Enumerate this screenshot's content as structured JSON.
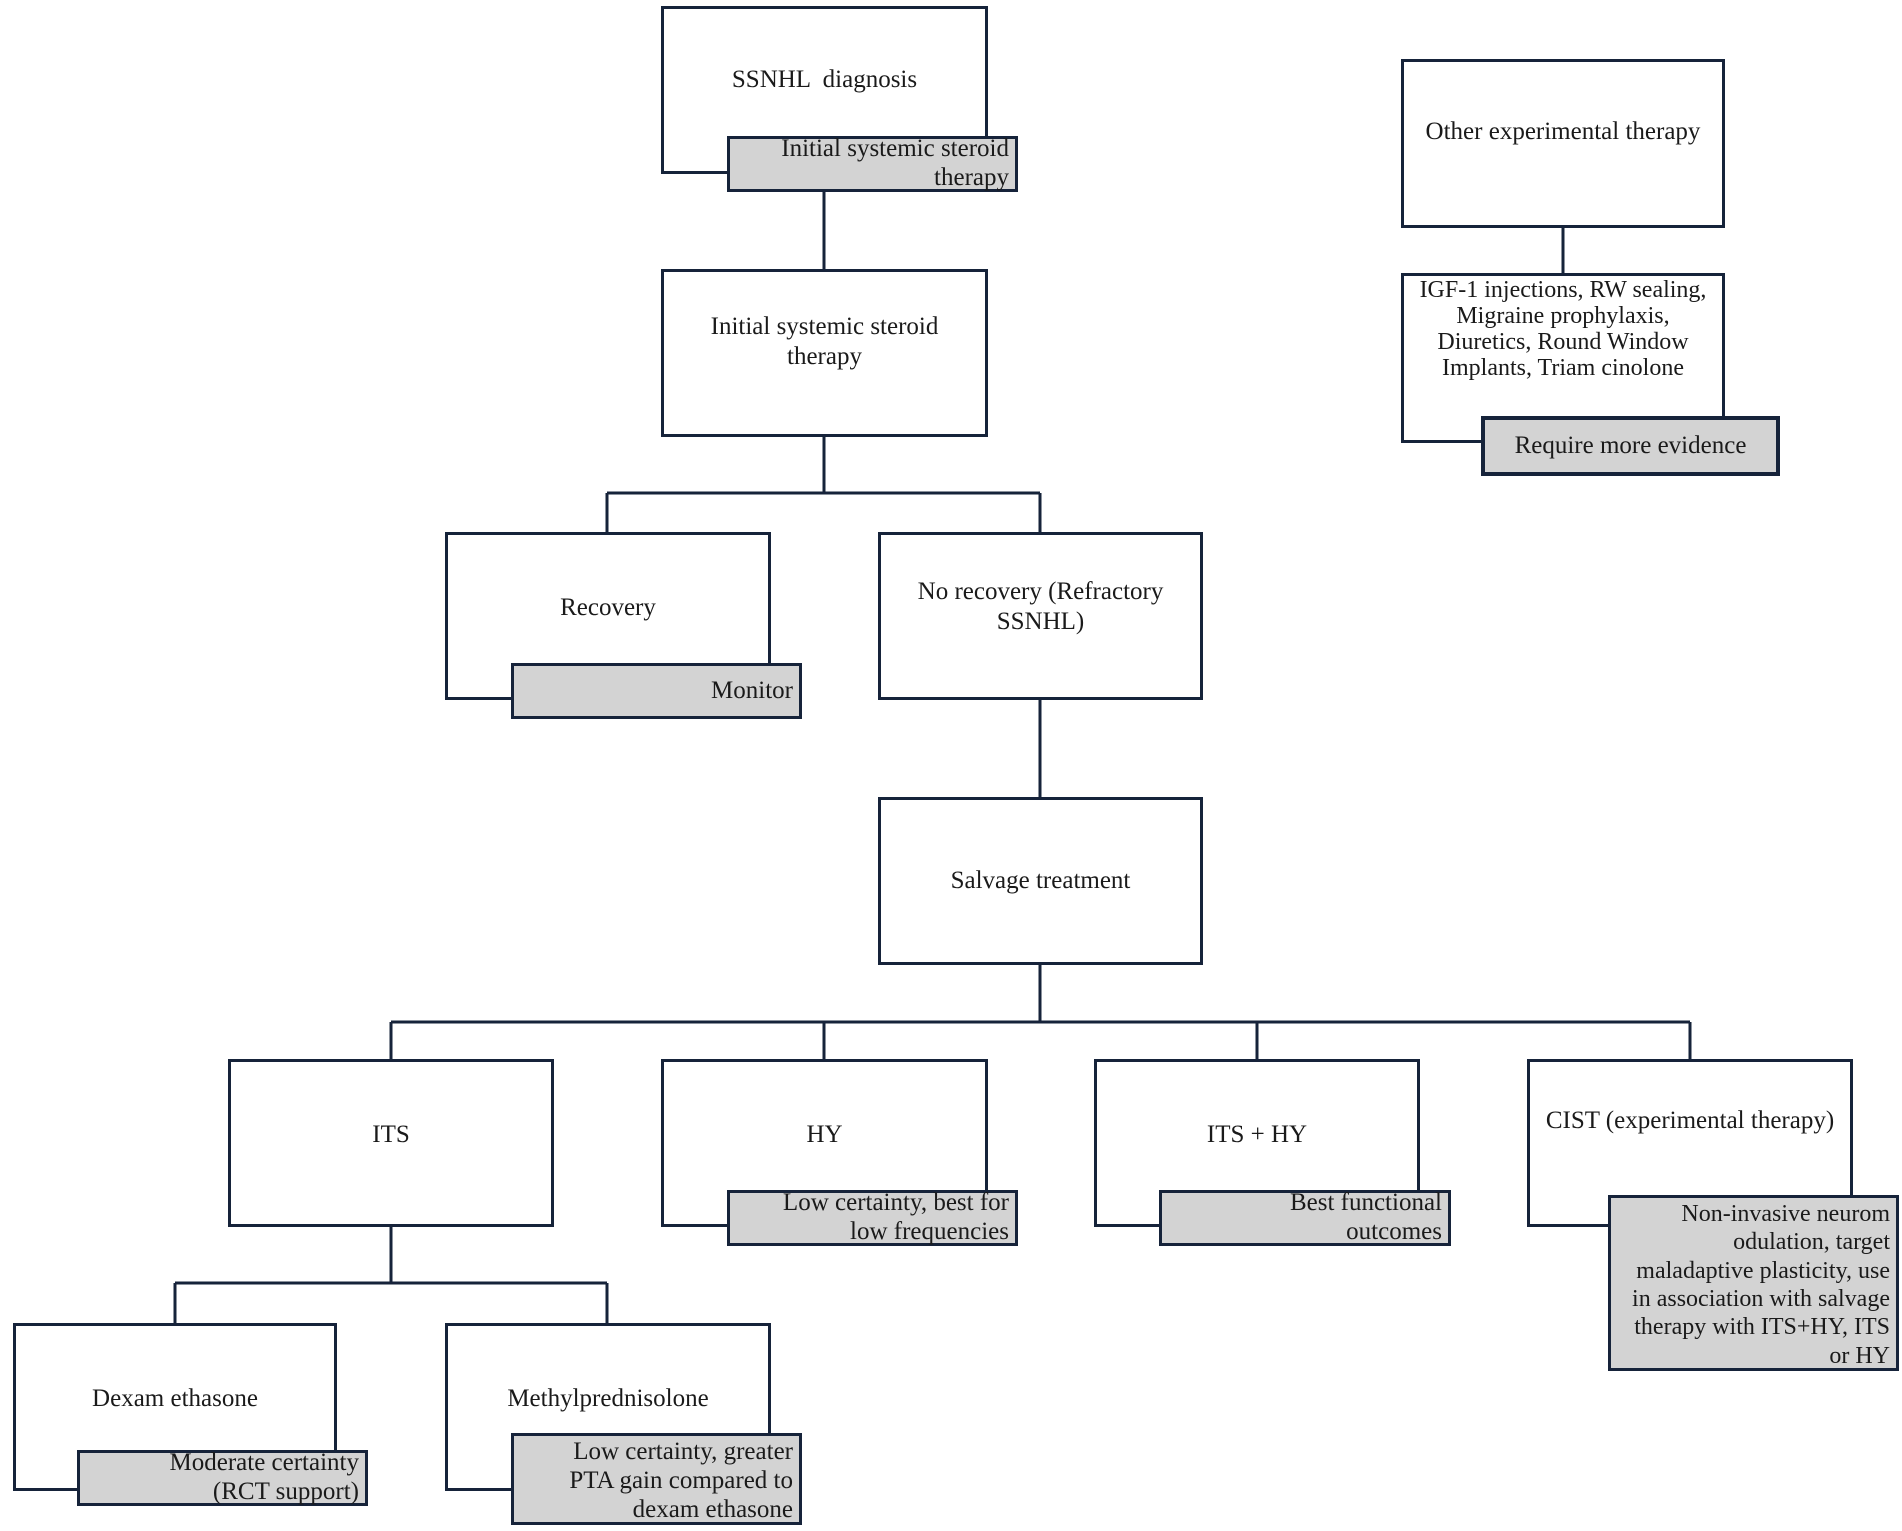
{
  "nodes": {
    "ssnhl_diagnosis": "SSNHL  diagnosis",
    "initial_systemic_steroid_therapy": "Initial systemic steroid therapy",
    "recovery": "Recovery",
    "no_recovery": "No recovery (Refractory SSNHL)",
    "salvage_treatment": "Salvage treatment",
    "its": "ITS",
    "hy": "HY",
    "its_hy": "ITS + HY",
    "cist": "CIST (experimental therapy)",
    "dexamethasone": "Dexam ethasone",
    "methylprednisolone": "Methylprednisolone",
    "other_experimental": "Other experimental therapy",
    "other_list": "IGF-1 injections, RW sealing, Migraine prophylaxis, Diuretics, Round Window Implants, Triam cinolone"
  },
  "notes": {
    "ssnhl_diagnosis": "Initial systemic steroid therapy",
    "recovery": "Monitor",
    "hy": "Low certainty, best for low frequencies",
    "its_hy": "Best functional outcomes",
    "cist": "Non-invasive neurom odulation, target maladaptive plasticity, use in association with salvage therapy with ITS+HY, ITS or HY",
    "dexamethasone": "Moderate certainty (RCT support)",
    "methylprednisolone": "Low certainty, greater PTA gain compared to dexam ethasone",
    "other_list": "Require more evidence"
  },
  "colors": {
    "border": "#16233a",
    "note_fill": "#d3d3d3",
    "box_fill": "#ffffff"
  }
}
